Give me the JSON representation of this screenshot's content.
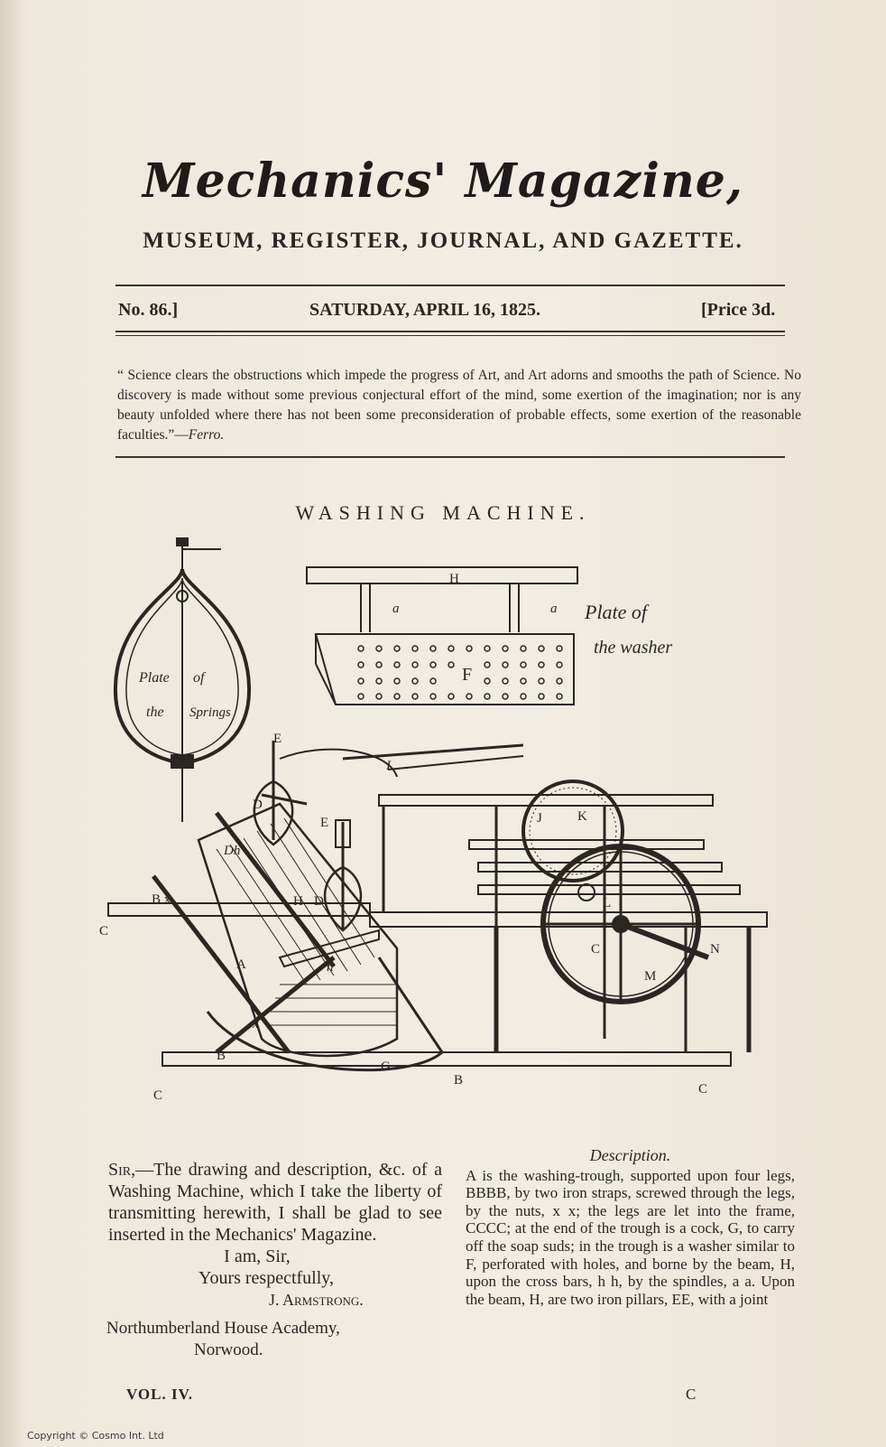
{
  "masthead": "Mechanics' Magazine,",
  "subtitle": "MUSEUM, REGISTER, JOURNAL, AND GAZETTE.",
  "issue": {
    "number": "No. 86.]",
    "date": "SATURDAY, APRIL 16, 1825.",
    "price": "[Price 3d."
  },
  "motto": {
    "text": "“ Science clears the obstructions which impede the progress of Art, and Art adorns and smooths the path of Science. No discovery is made without some previous conjectural effort of the mind, some exertion of the imagination; nor is any beauty unfolded where there has not been some preconsideration of probable effects, some exertion of the reasonable faculties.”—",
    "source": "Ferro."
  },
  "article_title": "WASHING MACHINE.",
  "figure": {
    "plate_springs_label_1": "Plate",
    "plate_springs_label_2": "of",
    "plate_springs_label_3": "the",
    "plate_springs_label_4": "Springs",
    "plate_washer_label_1": "Plate of",
    "plate_washer_label_2": "the washer",
    "letters": {
      "H": "H",
      "a": "a",
      "F": "F",
      "E": "E",
      "D": "D",
      "Dh": "Dh",
      "Bx": "B x",
      "C": "C",
      "A": "A",
      "h": "h",
      "x": "x",
      "B": "B",
      "G": "G",
      "I": "I",
      "J": "J",
      "K": "K",
      "L": "L",
      "M": "M",
      "N": "N"
    }
  },
  "letter": {
    "sir": "Sir,",
    "body": "—The drawing and description, &c. of a Washing Machine, which I take the liberty of transmitting herewith, I shall be glad to see inserted in the Mechanics' Magazine.",
    "closing1": "I am, Sir,",
    "closing2": "Yours respectfully,",
    "signature": "J. Armstrong.",
    "address1": "Northumberland House Academy,",
    "address2": "Norwood."
  },
  "description": {
    "heading": "Description.",
    "body": "A is the washing-trough, supported upon four legs, BBBB, by two iron straps, screwed through the legs, by the nuts, x x; the legs are let into the frame, CCCC; at the end of the trough is a cock, G, to carry off the soap suds; in the trough is a washer similar to F, perforated with holes, and borne by the beam, H, upon the cross bars, h h, by the spindles, a a. Upon the beam, H, are two iron pillars, EE, with a joint"
  },
  "footer": {
    "volume": "VOL. IV.",
    "signature_mark": "C"
  },
  "copyright": "Copyright © Cosmo Int. Ltd"
}
